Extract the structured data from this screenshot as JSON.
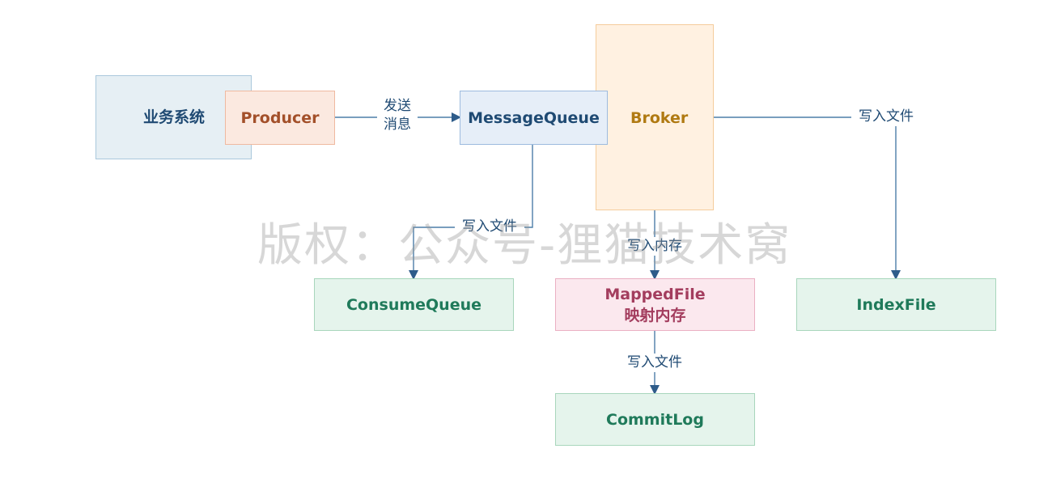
{
  "nodes": {
    "business_system": "业务系统",
    "producer": "Producer",
    "message_queue": "MessageQueue",
    "broker": "Broker",
    "consume_queue": "ConsumeQueue",
    "mapped_file": "MappedFile",
    "mapped_file_sub": "映射内存",
    "index_file": "IndexFile",
    "commit_log": "CommitLog"
  },
  "edges": {
    "send_line1": "发送",
    "send_line2": "消息",
    "broker_to_index": "写入文件",
    "mq_to_consume": "写入文件",
    "broker_to_mapped": "写入内存",
    "mapped_to_commit": "写入文件"
  },
  "watermark": "版权：公众号-狸猫技术窝",
  "colors": {
    "line": "#4d7ea8",
    "arrow": "#2e5c8a",
    "business_fill": "#e6eff4",
    "business_border": "#aac8dc",
    "business_text": "#1f4a73",
    "producer_fill": "#fbe9e0",
    "producer_border": "#efb9a0",
    "producer_text": "#a3502a",
    "mq_fill": "#e6eef8",
    "mq_border": "#9dbbde",
    "mq_text": "#1f4a73",
    "broker_fill": "#fff1e1",
    "broker_border": "#f5cc9c",
    "broker_text": "#b07a12",
    "green_fill": "#e5f4ec",
    "green_border": "#a8d6bc",
    "green_text": "#1f7a5a",
    "mapped_fill": "#fbe8ee",
    "mapped_border": "#eab0c3",
    "mapped_text": "#a33d5e"
  }
}
